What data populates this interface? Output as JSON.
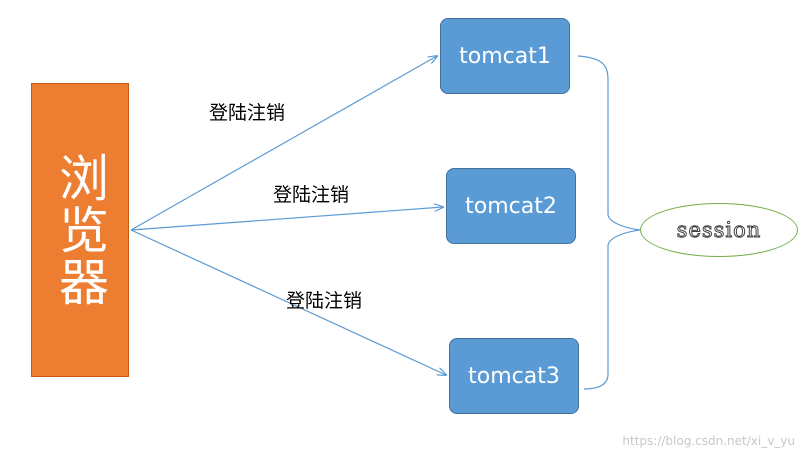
{
  "browser": {
    "label": "浏览器",
    "color": "#ed7d31"
  },
  "servers": [
    {
      "label": "tomcat1"
    },
    {
      "label": "tomcat2"
    },
    {
      "label": "tomcat3"
    }
  ],
  "edge_labels": [
    "登陆注销",
    "登陆注销",
    "登陆注销"
  ],
  "session": {
    "label": "session"
  },
  "watermark": "https://blog.csdn.net/xi_v_yu",
  "colors": {
    "server_fill": "#5b9bd5",
    "connector": "#5b9bd5",
    "session_border": "#70ad47"
  }
}
